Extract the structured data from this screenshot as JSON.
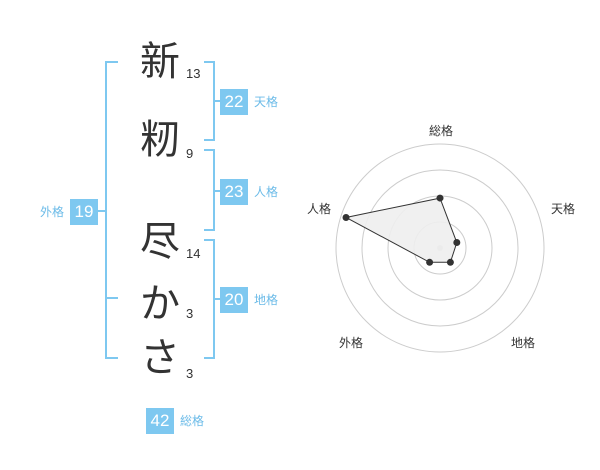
{
  "name": {
    "chars": [
      {
        "char": "新",
        "strokes": "13"
      },
      {
        "char": "籾",
        "strokes": "9"
      },
      {
        "char": "尽",
        "strokes": "14"
      },
      {
        "char": "か",
        "strokes": "3"
      },
      {
        "char": "さ",
        "strokes": "3"
      }
    ]
  },
  "fortune": {
    "tenkaku": {
      "value": "22",
      "label": "天格"
    },
    "jinkaku": {
      "value": "23",
      "label": "人格"
    },
    "chikaku": {
      "value": "20",
      "label": "地格"
    },
    "gaikaku": {
      "value": "19",
      "label": "外格"
    },
    "soukaku": {
      "value": "42",
      "label": "総格"
    }
  },
  "radar": {
    "labels": {
      "top": "総格",
      "right": "天格",
      "bottom_right": "地格",
      "bottom_left": "外格",
      "left": "人格"
    },
    "values": [
      0.48,
      0.17,
      0.17,
      0.17,
      0.95
    ],
    "rings": 4
  },
  "colors": {
    "accent": "#7ec8f0",
    "accent_text": "#6bbbe8",
    "radar_fill": "#eeeeee",
    "ring": "#cccccc"
  }
}
